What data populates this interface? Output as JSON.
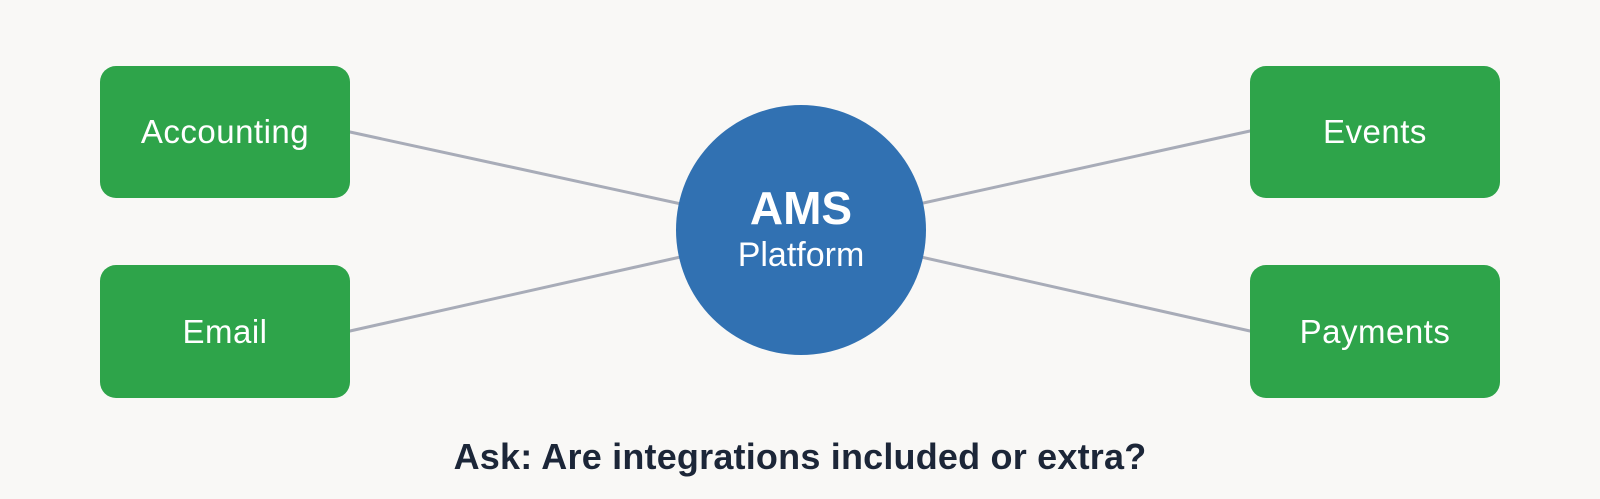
{
  "diagram": {
    "type": "hub-and-spoke",
    "hub": {
      "title": "AMS",
      "subtitle": "Platform"
    },
    "nodes": [
      {
        "label": "Accounting",
        "position": "top-left"
      },
      {
        "label": "Email",
        "position": "bottom-left"
      },
      {
        "label": "Events",
        "position": "top-right"
      },
      {
        "label": "Payments",
        "position": "bottom-right"
      }
    ],
    "edges": [
      {
        "from": "Accounting",
        "to": "AMS Platform"
      },
      {
        "from": "Email",
        "to": "AMS Platform"
      },
      {
        "from": "Events",
        "to": "AMS Platform"
      },
      {
        "from": "Payments",
        "to": "AMS Platform"
      }
    ],
    "caption": "Ask: Are integrations included or extra?"
  },
  "colors": {
    "background": "#f9f8f6",
    "node": "#2ea44a",
    "hub": "#3171b2",
    "connector": "#a8acb8",
    "caption_text": "#1c2638",
    "node_text": "#ffffff"
  }
}
